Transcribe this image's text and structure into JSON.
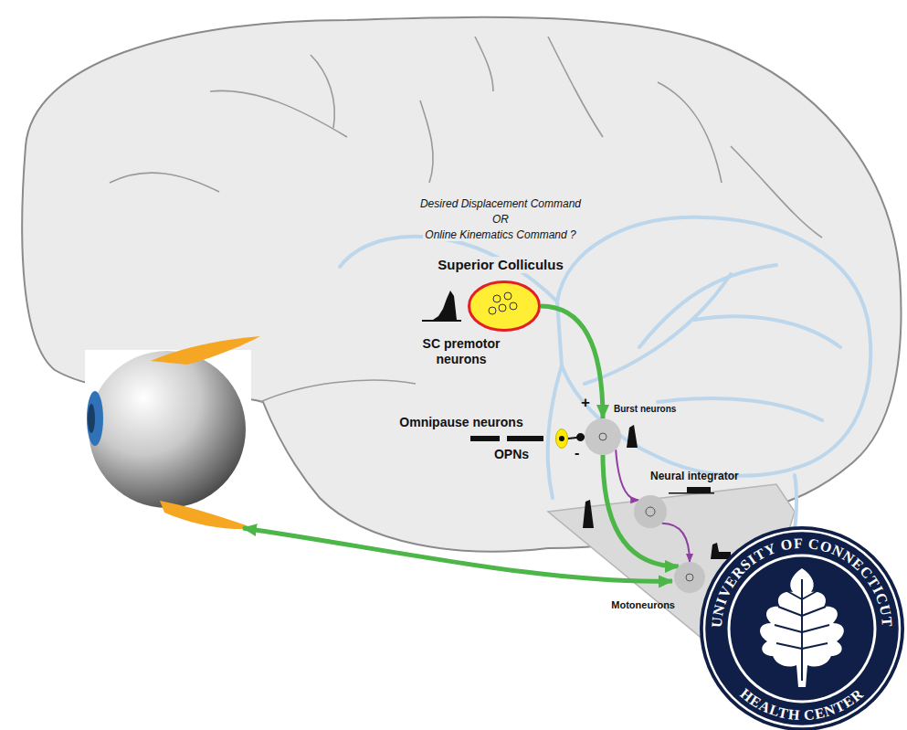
{
  "diagram": {
    "nodes": [
      {
        "text": [
          "Superior Colliculus",
          "SC premotor neurons"
        ]
      },
      {
        "text": [
          "Omnipause neurons",
          "OPNs"
        ]
      },
      {
        "text": [
          "Burst neurons"
        ]
      },
      {
        "text": [
          "Neural integrator"
        ]
      },
      {
        "text": [
          "Motoneurons"
        ]
      }
    ],
    "edges": [
      {
        "from": 0,
        "to": 2,
        "arrow": "to"
      },
      {
        "from": 1,
        "to": 2,
        "arrow": "to"
      },
      {
        "from": 2,
        "to": 3,
        "arrow": "to"
      },
      {
        "from": 3,
        "to": 4,
        "arrow": "to"
      },
      {
        "from": 2,
        "to": 4,
        "arrow": "to"
      }
    ],
    "labels": [
      "Desired Displacement Command",
      "OR",
      "Online Kinematics Command ?",
      "+",
      "-",
      "UNIVERSITY OF CONNECTICUT",
      "HEALTH CENTER"
    ]
  }
}
